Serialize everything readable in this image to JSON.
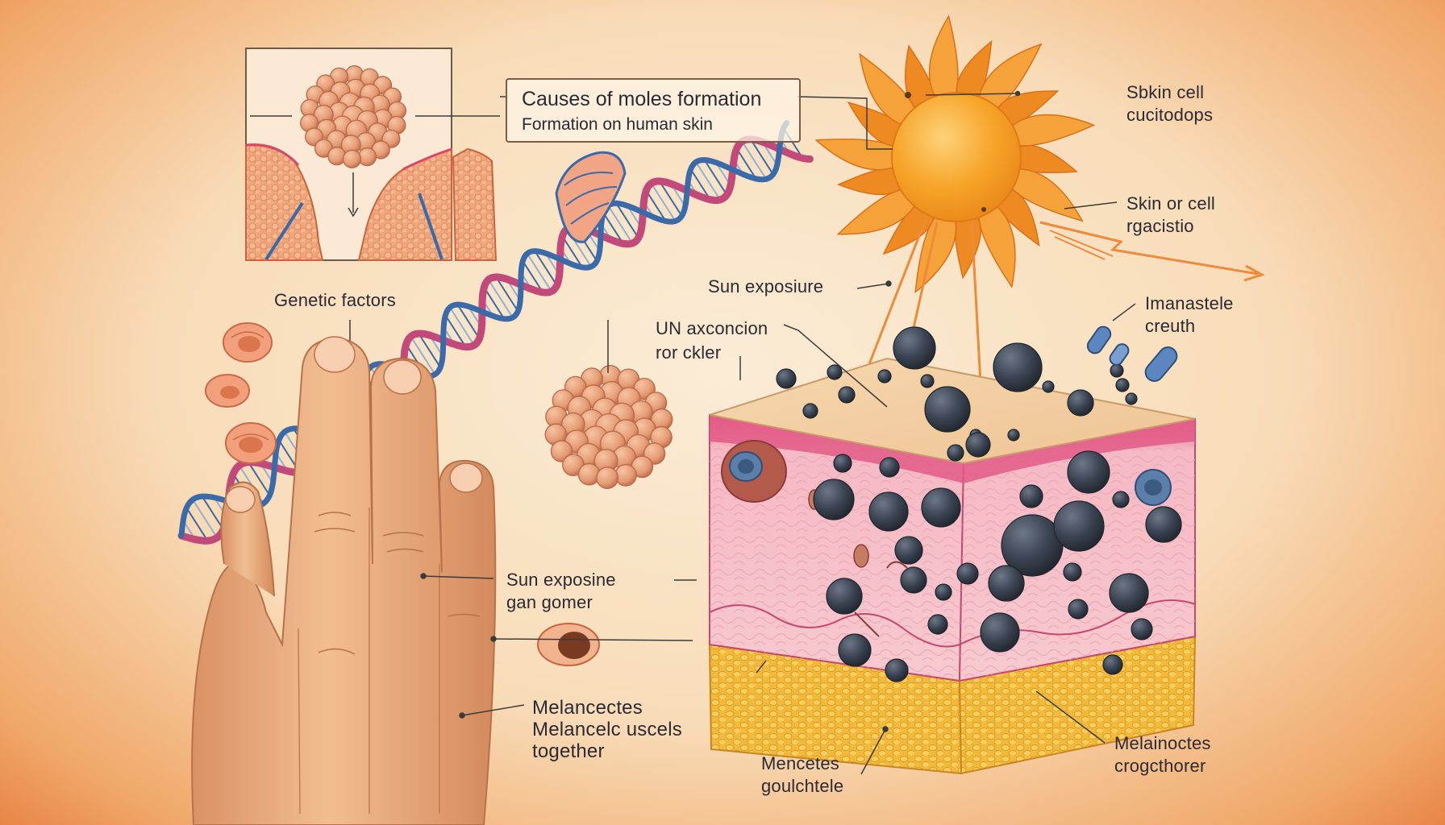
{
  "title": {
    "line1": "Causes of moles formation",
    "line2": "Formation on human skin"
  },
  "labels": {
    "genetic_factors": "Genetic factors",
    "sun_exposure_top": "Sun exposiure",
    "uv_line1": "UN axconcion",
    "uv_line2": "ror ckler",
    "skin_cell_top_line1": "Sbkin cell",
    "skin_cell_top_line2": "cucitodops",
    "skin_cell_mid_line1": "Skin or cell",
    "skin_cell_mid_line2": "rgacistio",
    "imanastele_line1": "Imanastele",
    "imanastele_line2": "creuth",
    "sun_exposure_mid_line1": "Sun exposine",
    "sun_exposure_mid_line2": "gan gomer",
    "melanocytes_left_line1": "Melancectes",
    "melanocytes_left_line2": "Melancelc uscels",
    "melanocytes_left_line3": "together",
    "mencetes_line1": "Mencetes",
    "mencetes_line2": "goulchtele",
    "melanoctes_right_line1": "Melainoctes",
    "melanoctes_right_line2": "crogcthorer"
  },
  "colors": {
    "background": "#f8dcb8",
    "sun": "#f7a52a",
    "sun_rays": "#ee8a22",
    "skin_tissue": "#f6c0c8",
    "skin_epidermis": "#f0c99a",
    "fat_layer": "#f2b93a",
    "melanocyte": "#3b4452",
    "dna_strand_a": "#c24a7a",
    "dna_strand_b": "#3a6aa8",
    "cell_cluster": "#e49b74",
    "finger": "#eeb184"
  }
}
